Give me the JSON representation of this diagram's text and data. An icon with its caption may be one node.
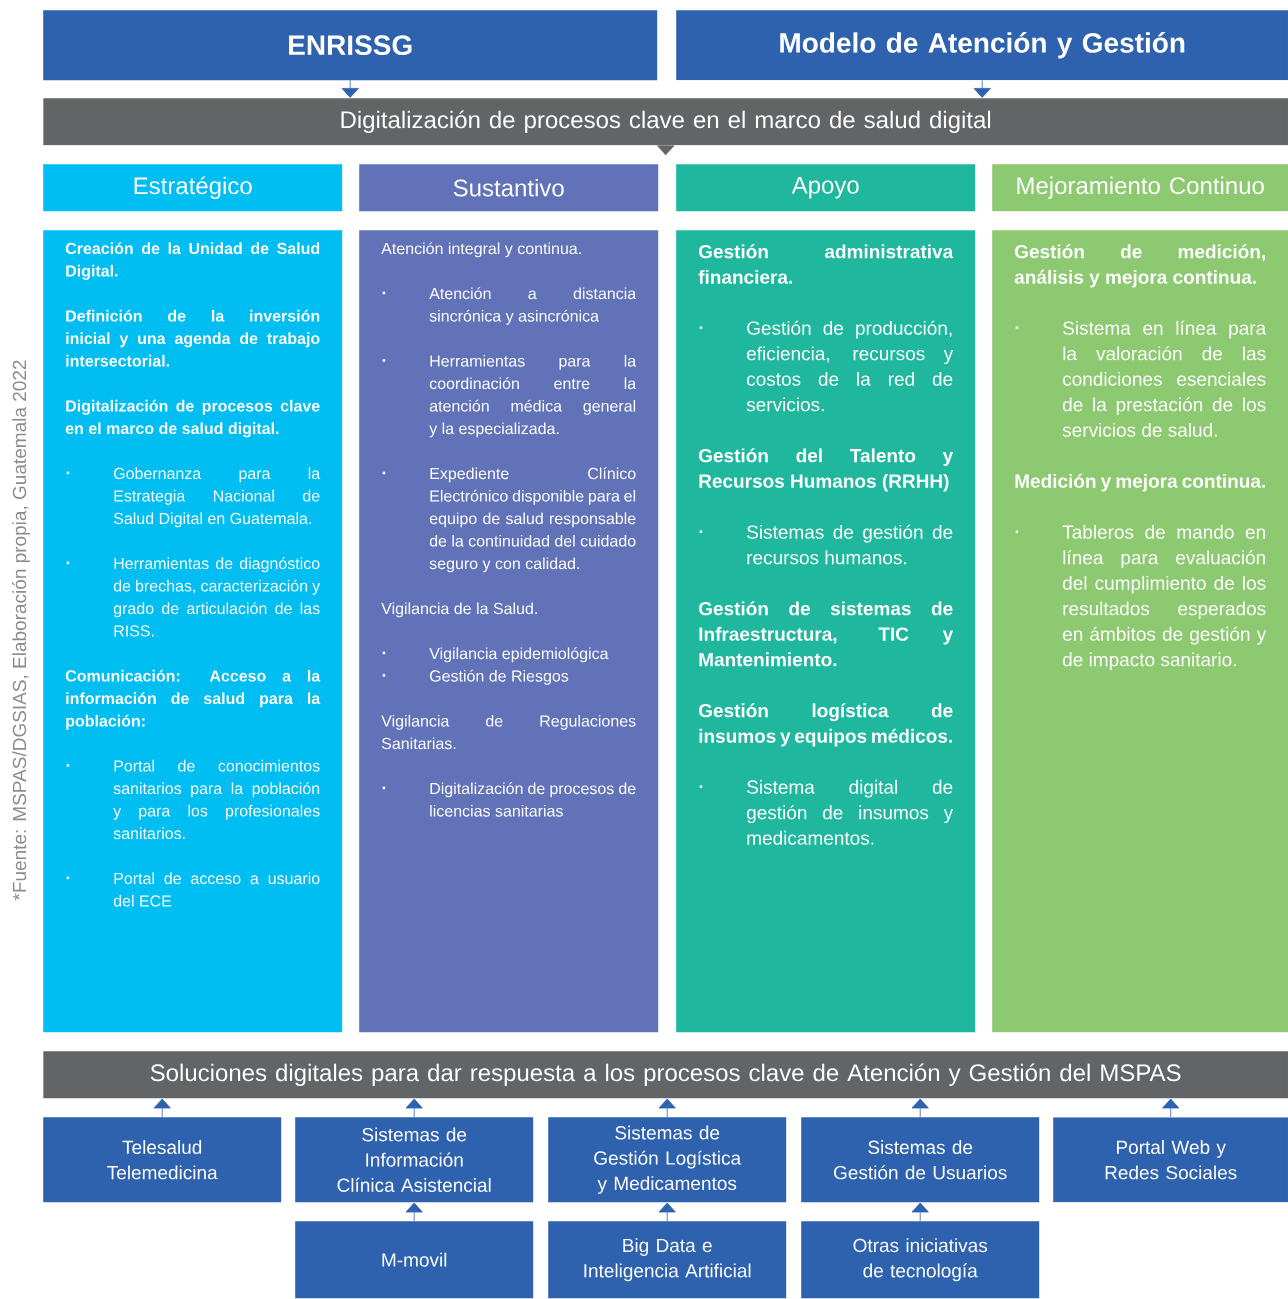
{
  "diagram": {
    "caption": "*Fuente: MSPAS/DGSIAS, Elaboración propia, Guatemala 2022",
    "nodes": [
      {
        "text": [
          "ENRISSG"
        ]
      },
      {
        "text": [
          "Modelo de Atención y Gestión"
        ]
      },
      {
        "text": [
          "Digitalización de procesos clave en el marco de salud digital"
        ]
      },
      {
        "text": [
          "Estratégico"
        ]
      },
      {
        "text": [
          "Sustantivo"
        ]
      },
      {
        "text": [
          "Apoyo"
        ]
      },
      {
        "text": [
          "Mejoramiento Continuo"
        ]
      },
      {
        "text": [
          "Creación de la Unidad de Salud Digital.",
          "Definición de la inversión inicial y una agenda de trabajo intersectorial.",
          "Digitalización de procesos clave en el marco de salud digital.",
          "Gobernanza para la Estrategia Nacional de Salud Digital en Guatemala.",
          "Herramientas de diagnóstico de brechas, caracterización y grado de articulación de las RISS.",
          "Comunicación: Acceso a la información de salud para la población:",
          "Portal de conocimientos sanitarios para la población y para los profesionales sanitarios.",
          "Portal de acceso a usuario del ECE"
        ]
      },
      {
        "text": [
          "Atención integral y continua.",
          "Atención a distancia sincrónica y asincrónica",
          "Herramientas para la coordinación entre la atención médica general y la especializada.",
          "Expediente Clínico Electrónico disponible para el equipo de salud responsable de la continuidad del cuidado seguro y con calidad.",
          "Vigilancia de la Salud.",
          "Vigilancia epidemiológica",
          "Gestión de Riesgos",
          "Vigilancia de Regulaciones Sanitarias.",
          "Digitalización de procesos de licencias sanitarias"
        ]
      },
      {
        "text": [
          "Gestión administrativa financiera.",
          "Gestión de producción, eficiencia, recursos y costos de la red de servicios.",
          "Gestión del Talento y Recursos Humanos (RRHH)",
          "Sistemas de gestión de recursos humanos.",
          "Gestión de sistemas de Infraestructura, TIC y Mantenimiento.",
          "Gestión logística de insumos y equipos médicos.",
          "Sistema digital de gestión de insumos y medicamentos."
        ]
      },
      {
        "text": [
          "Gestión de medición, análisis y mejora continua.",
          "Sistema en línea para la valoración de las condiciones esenciales de la prestación de los servicios de salud.",
          "Medición y mejora continua.",
          "Tableros de mando en línea para evaluación del cumplimiento de los resultados esperados en ámbitos de gestión y de impacto sanitario."
        ]
      },
      {
        "text": [
          "Soluciones digitales para dar respuesta a los procesos clave de Atención y Gestión del MSPAS"
        ]
      },
      {
        "text": [
          "Telesalud Telemedicina"
        ]
      },
      {
        "text": [
          "Sistemas de Información Clínica Asistencial"
        ]
      },
      {
        "text": [
          "Sistemas de Gestión Logística y Medicamentos"
        ]
      },
      {
        "text": [
          "Sistemas de Gestión de Usuarios"
        ]
      },
      {
        "text": [
          "Portal Web y Redes Sociales"
        ]
      },
      {
        "text": [
          "M-movil"
        ]
      },
      {
        "text": [
          "Big Data e Inteligencia Artificial"
        ]
      },
      {
        "text": [
          "Otras iniciativas de tecnología"
        ]
      }
    ],
    "edges": [
      {
        "from": 0,
        "to": 2,
        "arrow": "to"
      },
      {
        "from": 1,
        "to": 2,
        "arrow": "to"
      },
      {
        "from": 2,
        "to": null,
        "arrow": "to",
        "color": "#636466"
      },
      {
        "from": 12,
        "to": 11,
        "arrow": "to"
      },
      {
        "from": 13,
        "to": 11,
        "arrow": "to"
      },
      {
        "from": 14,
        "to": 11,
        "arrow": "to"
      },
      {
        "from": 15,
        "to": 11,
        "arrow": "to"
      },
      {
        "from": 16,
        "to": 11,
        "arrow": "to"
      },
      {
        "from": 17,
        "to": 13,
        "arrow": "to"
      },
      {
        "from": 18,
        "to": 14,
        "arrow": "to"
      },
      {
        "from": 19,
        "to": 15,
        "arrow": "to"
      }
    ]
  }
}
